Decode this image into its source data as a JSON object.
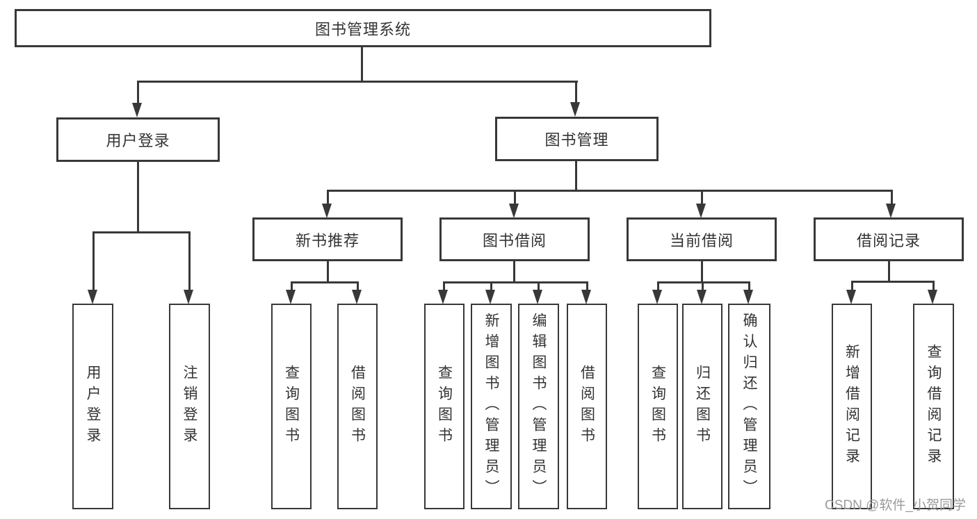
{
  "tree": {
    "label": "图书管理系统",
    "children": [
      {
        "label": "用户登录",
        "children": [
          {
            "label": "用户登录"
          },
          {
            "label": "注销登录"
          }
        ]
      },
      {
        "label": "图书管理",
        "children": [
          {
            "label": "新书推荐",
            "children": [
              {
                "label": "查询图书"
              },
              {
                "label": "借阅图书"
              }
            ]
          },
          {
            "label": "图书借阅",
            "children": [
              {
                "label": "查询图书"
              },
              {
                "label": "新增图书（管理员）"
              },
              {
                "label": "编辑图书（管理员）"
              },
              {
                "label": "借阅图书"
              }
            ]
          },
          {
            "label": "当前借阅",
            "children": [
              {
                "label": "查询图书"
              },
              {
                "label": "归还图书"
              },
              {
                "label": "确认归还（管理员）"
              }
            ]
          },
          {
            "label": "借阅记录",
            "children": [
              {
                "label": "新增借阅记录"
              },
              {
                "label": "查询借阅记录"
              }
            ]
          }
        ]
      }
    ]
  },
  "watermark": {
    "text": "CSDN @软件_小贺同学"
  },
  "colors": {
    "line": "#383838",
    "text": "#333333",
    "watermark": "#9a9a9a",
    "background": "#ffffff"
  }
}
